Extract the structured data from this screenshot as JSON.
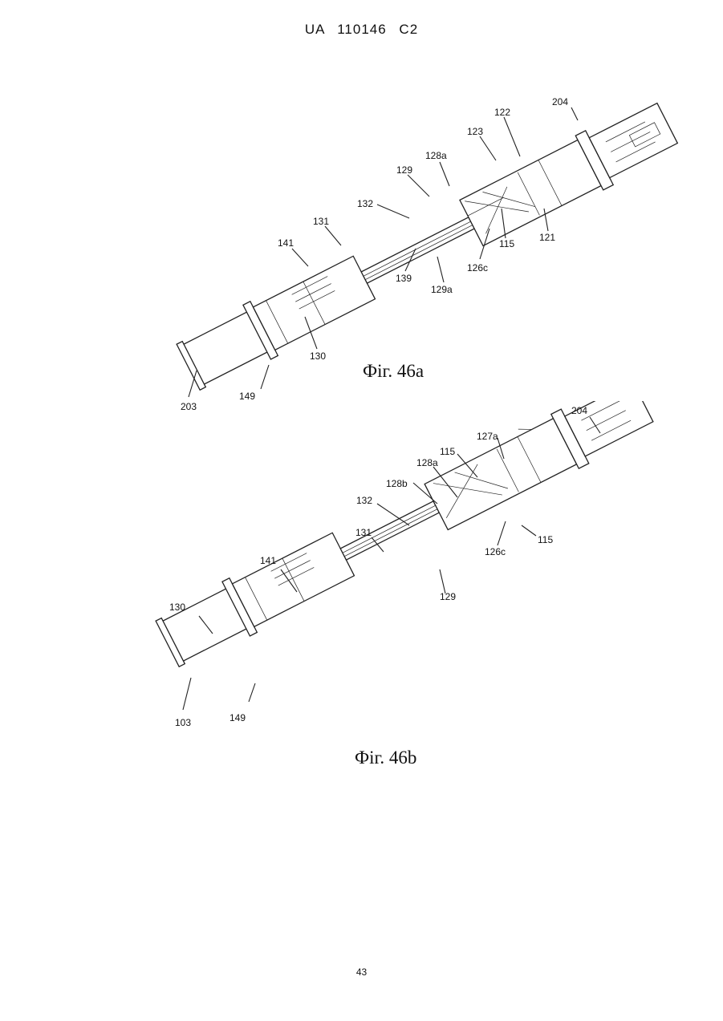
{
  "header": {
    "doc_id": "UA   110146   C2"
  },
  "figure_a": {
    "caption": "Фіг. 46a",
    "labels": [
      "204",
      "122",
      "123",
      "128a",
      "129",
      "132",
      "131",
      "141",
      "121",
      "115",
      "126c",
      "139",
      "129a",
      "130",
      "203",
      "149"
    ]
  },
  "figure_b": {
    "caption": "Фіг. 46b",
    "labels": [
      "204",
      "127a",
      "115",
      "128a",
      "128b",
      "132",
      "131",
      "141",
      "130",
      "115",
      "126c",
      "129",
      "103",
      "149"
    ]
  },
  "page_number": "43"
}
